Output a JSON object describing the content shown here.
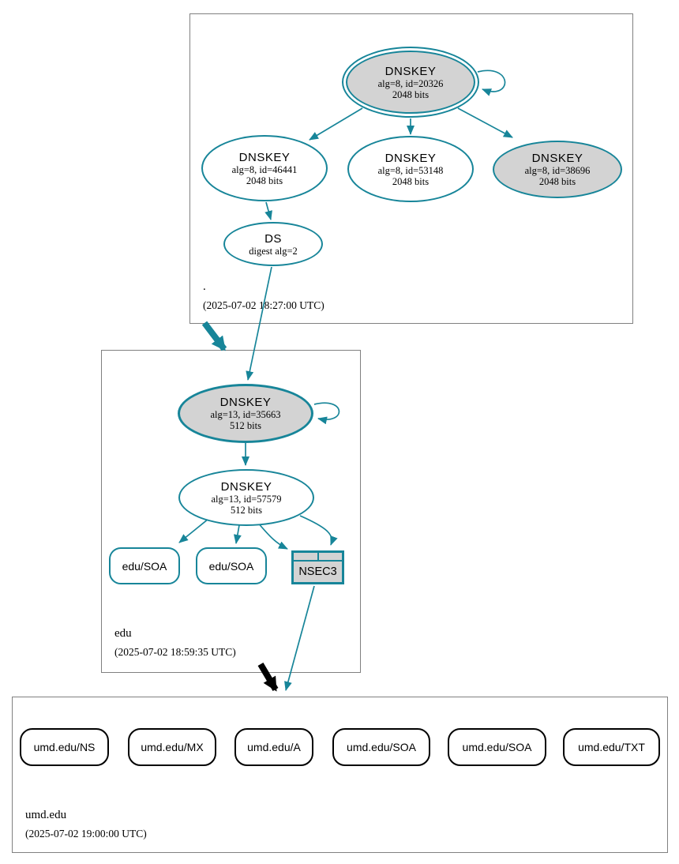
{
  "colors": {
    "secure": "#178599",
    "insecure": "#000000",
    "node-fill": "#d3d3d3",
    "zone-border": "#808080"
  },
  "zones": {
    "root": {
      "name": ".",
      "timestamp": "(2025-07-02 18:27:00 UTC)",
      "ksk": {
        "title": "DNSKEY",
        "detail1": "alg=8, id=20326",
        "detail2": "2048 bits"
      },
      "zsk1": {
        "title": "DNSKEY",
        "detail1": "alg=8, id=46441",
        "detail2": "2048 bits"
      },
      "zsk2": {
        "title": "DNSKEY",
        "detail1": "alg=8, id=53148",
        "detail2": "2048 bits"
      },
      "zsk3": {
        "title": "DNSKEY",
        "detail1": "alg=8, id=38696",
        "detail2": "2048 bits"
      },
      "ds": {
        "title": "DS",
        "detail1": "digest alg=2"
      }
    },
    "edu": {
      "name": "edu",
      "timestamp": "(2025-07-02 18:59:35 UTC)",
      "ksk": {
        "title": "DNSKEY",
        "detail1": "alg=13, id=35663",
        "detail2": "512 bits"
      },
      "zsk": {
        "title": "DNSKEY",
        "detail1": "alg=13, id=57579",
        "detail2": "512 bits"
      },
      "rrset1": {
        "label": "edu/SOA"
      },
      "rrset2": {
        "label": "edu/SOA"
      },
      "nsec3": {
        "label": "NSEC3"
      }
    },
    "umd": {
      "name": "umd.edu",
      "timestamp": "(2025-07-02 19:00:00 UTC)",
      "rrsets": [
        {
          "label": "umd.edu/NS"
        },
        {
          "label": "umd.edu/MX"
        },
        {
          "label": "umd.edu/A"
        },
        {
          "label": "umd.edu/SOA"
        },
        {
          "label": "umd.edu/SOA"
        },
        {
          "label": "umd.edu/TXT"
        }
      ]
    }
  }
}
